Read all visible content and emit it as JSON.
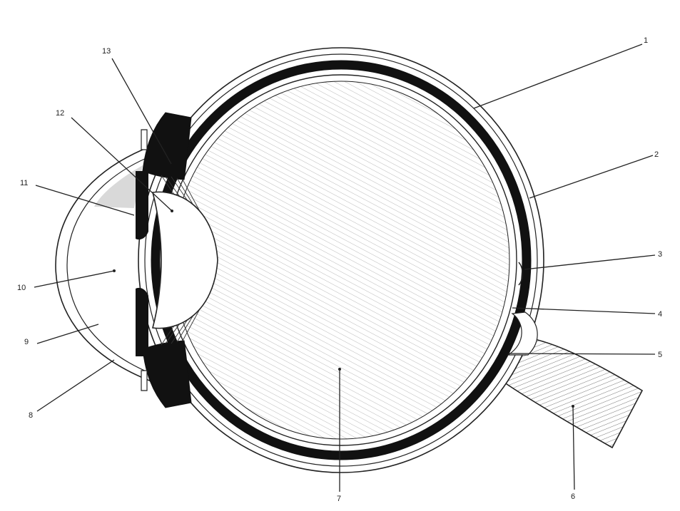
{
  "diagram": {
    "labels": [
      {
        "id": "1",
        "text": "1"
      },
      {
        "id": "2",
        "text": "2"
      },
      {
        "id": "3",
        "text": "3"
      },
      {
        "id": "4",
        "text": "4"
      },
      {
        "id": "5",
        "text": "5"
      },
      {
        "id": "6",
        "text": "6"
      },
      {
        "id": "7",
        "text": "7"
      },
      {
        "id": "8",
        "text": "8"
      },
      {
        "id": "9",
        "text": "9"
      },
      {
        "id": "10",
        "text": "10"
      },
      {
        "id": "11",
        "text": "11"
      },
      {
        "id": "12",
        "text": "12"
      },
      {
        "id": "13",
        "text": "13"
      }
    ],
    "colors": {
      "line": "#222222",
      "choroid": "#111111",
      "background": "#ffffff"
    }
  }
}
